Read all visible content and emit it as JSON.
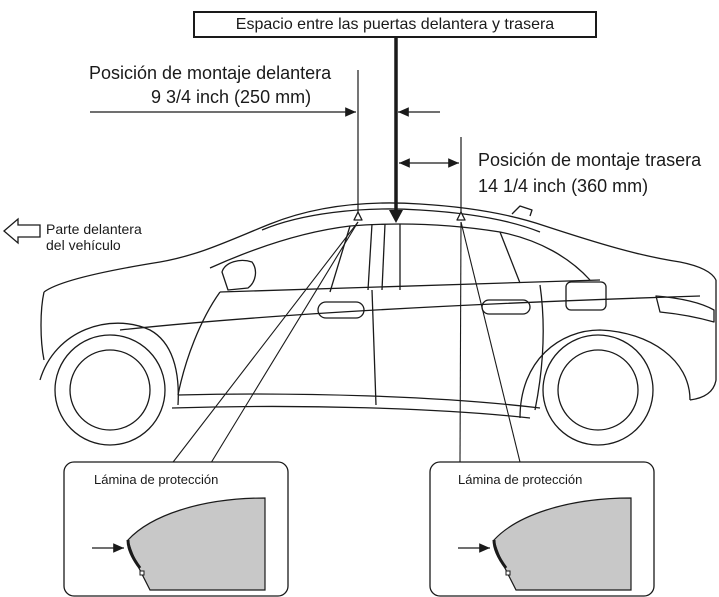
{
  "header": {
    "gap_label": "Espacio entre las puertas delantera y trasera"
  },
  "front_mount": {
    "title": "Posición de montaje delantera",
    "distance": "9 3/4 inch (250 mm)"
  },
  "rear_mount": {
    "title": "Posición de montaje trasera",
    "distance": "14 1/4 inch (360 mm)"
  },
  "vehicle_front": {
    "line1": "Parte delantera",
    "line2": "del vehículo"
  },
  "insets": [
    {
      "label": "Lámina de protección"
    },
    {
      "label": "Lámina de protección"
    }
  ],
  "colors": {
    "line": "#1a1a1a",
    "film_fill": "#c8c8c8",
    "background": "#ffffff"
  }
}
